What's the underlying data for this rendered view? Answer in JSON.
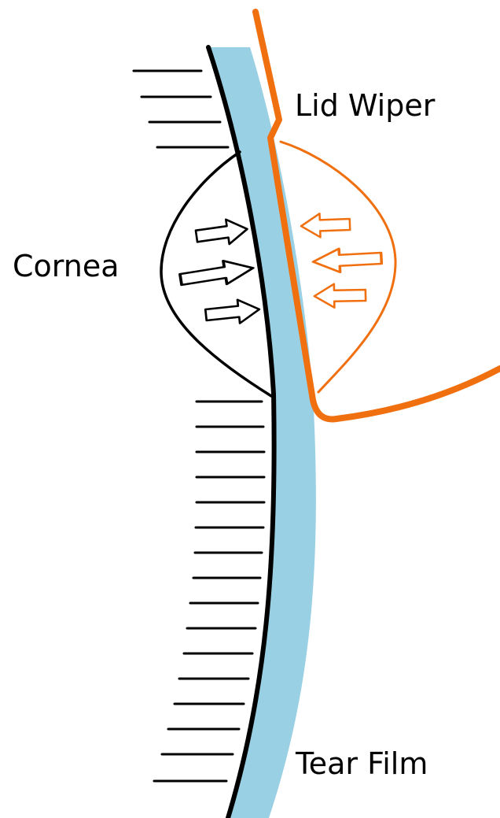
{
  "labels": {
    "lid_wiper": "Lid Wiper",
    "cornea": "Cornea",
    "tear_film": "Tear Film"
  },
  "colors": {
    "tear_film": "#99d0e3",
    "lid": "#f06f0f",
    "cornea": "#000000",
    "background": "#ffffff"
  },
  "elements": {
    "cornea_pressure_arrows": 3,
    "lid_pressure_arrows": 3,
    "shear_lines_upper": 4,
    "shear_lines_lower": 16
  }
}
